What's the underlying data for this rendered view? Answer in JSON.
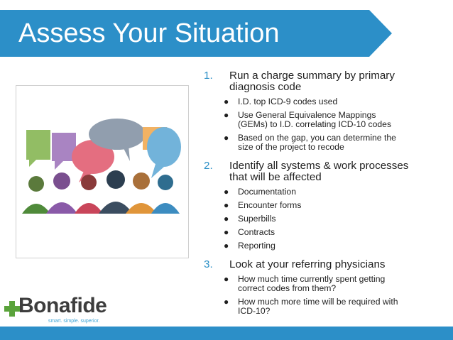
{
  "slide": {
    "title": "Assess Your Situation",
    "colors": {
      "banner": "#2c8fc8",
      "number": "#2b8fc6",
      "bottom_bar": "#2c8fc8"
    },
    "items": [
      {
        "number": "1.",
        "line1": "Run a charge summary by primary",
        "line2": "diagnosis code",
        "subs": [
          {
            "line1": "I.D. top ICD-9 codes used",
            "line2": ""
          },
          {
            "line1": "Use General Equivalence Mappings",
            "line2": "(GEMs) to I.D. correlating ICD-10 codes"
          },
          {
            "line1": "Based on the gap, you can determine the",
            "line2": "size of the project to recode"
          }
        ]
      },
      {
        "number": "2.",
        "line1": "Identify all systems & work processes",
        "line2": "that will be affected",
        "subs": [
          {
            "line1": "Documentation",
            "line2": ""
          },
          {
            "line1": "Encounter forms",
            "line2": ""
          },
          {
            "line1": "Superbills",
            "line2": ""
          },
          {
            "line1": "Contracts",
            "line2": ""
          },
          {
            "line1": "Reporting",
            "line2": ""
          }
        ]
      },
      {
        "number": "3.",
        "line1": "Look at your referring physicians",
        "line2": "",
        "subs": [
          {
            "line1": "How much time currently spent getting",
            "line2": "correct codes from them?"
          },
          {
            "line1": "How much more time will be required with",
            "line2": "ICD-10?"
          }
        ]
      }
    ],
    "logo": {
      "name": "Bonafide",
      "tagline": "smart. simple. superior."
    }
  }
}
